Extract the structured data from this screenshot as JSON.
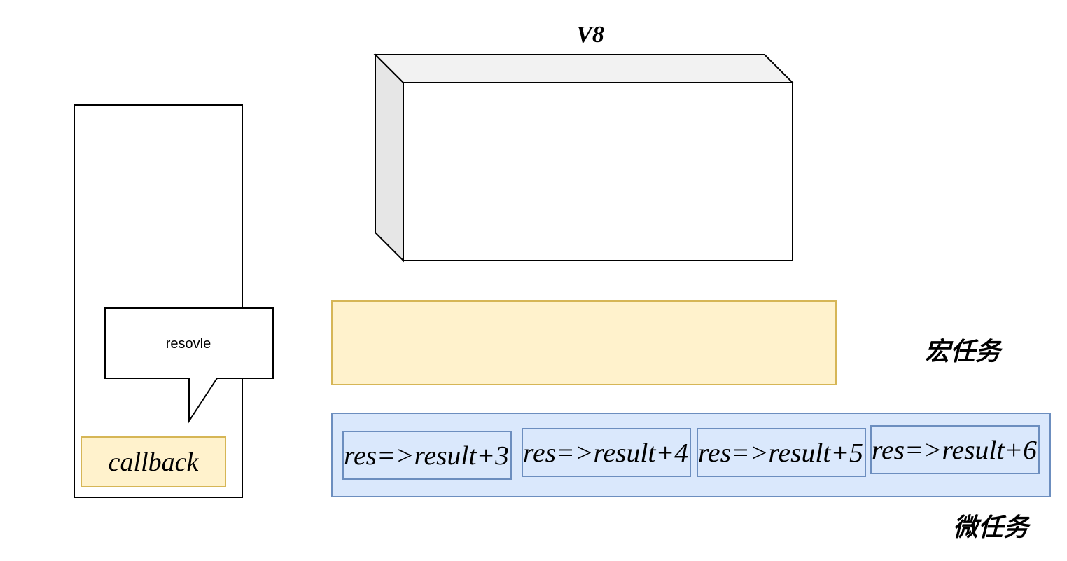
{
  "v8": {
    "title": "V8"
  },
  "stack": {
    "bubble_text": "resovle",
    "callback_label": "callback"
  },
  "macro_queue": {
    "label": "宏任务"
  },
  "micro_queue": {
    "label": "微任务",
    "items": [
      "res=>result+3",
      "res=>result+4",
      "res=>result+5",
      "res=>result+6"
    ]
  },
  "colors": {
    "yellow_fill": "#fff2cc",
    "yellow_stroke": "#d6b656",
    "blue_fill": "#dae8fc",
    "blue_stroke": "#6c8ebf",
    "box_top": "#f2f2f2",
    "box_side": "#e6e6e6",
    "stroke": "#000000"
  }
}
